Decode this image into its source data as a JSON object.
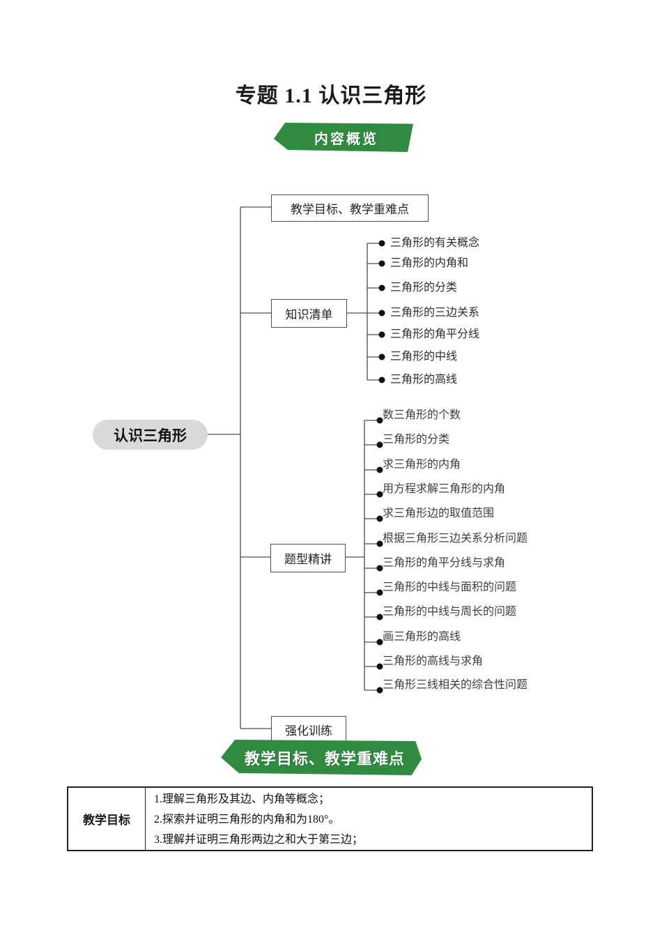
{
  "title": "专题 1.1 认识三角形",
  "banners": {
    "overview": "内容概览",
    "goals": "教学目标、教学重难点"
  },
  "colors": {
    "banner_green": "#2e8b40",
    "root_node_gray": "#d9d9d9"
  },
  "mindmap": {
    "root": "认识三角形",
    "branches": {
      "goals": "教学目标、教学重难点",
      "knowledge": {
        "label": "知识清单",
        "items": [
          "三角形的有关概念",
          "三角形的内角和",
          "三角形的分类",
          "三角形的三边关系",
          "三角形的角平分线",
          "三角形的中线",
          "三角形的高线"
        ]
      },
      "problems": {
        "label": "题型精讲",
        "items": [
          "数三角形的个数",
          "三角形的分类",
          "求三角形的内角",
          "用方程求解三角形的内角",
          "求三角形边的取值范围",
          "根据三角形三边关系分析问题",
          "三角形的角平分线与求角",
          "三角形的中线与面积的问题",
          "三角形的中线与周长的问题",
          "画三角形的高线",
          "三角形的高线与求角",
          "三角形三线相关的综合性问题"
        ]
      },
      "training": "强化训练"
    }
  },
  "table": {
    "header": "教学目标",
    "lines": [
      "1.理解三角形及其边、内角等概念；",
      "2.探索并证明三角形的内角和为180°。",
      "3.理解并证明三角形两边之和大于第三边；"
    ]
  }
}
